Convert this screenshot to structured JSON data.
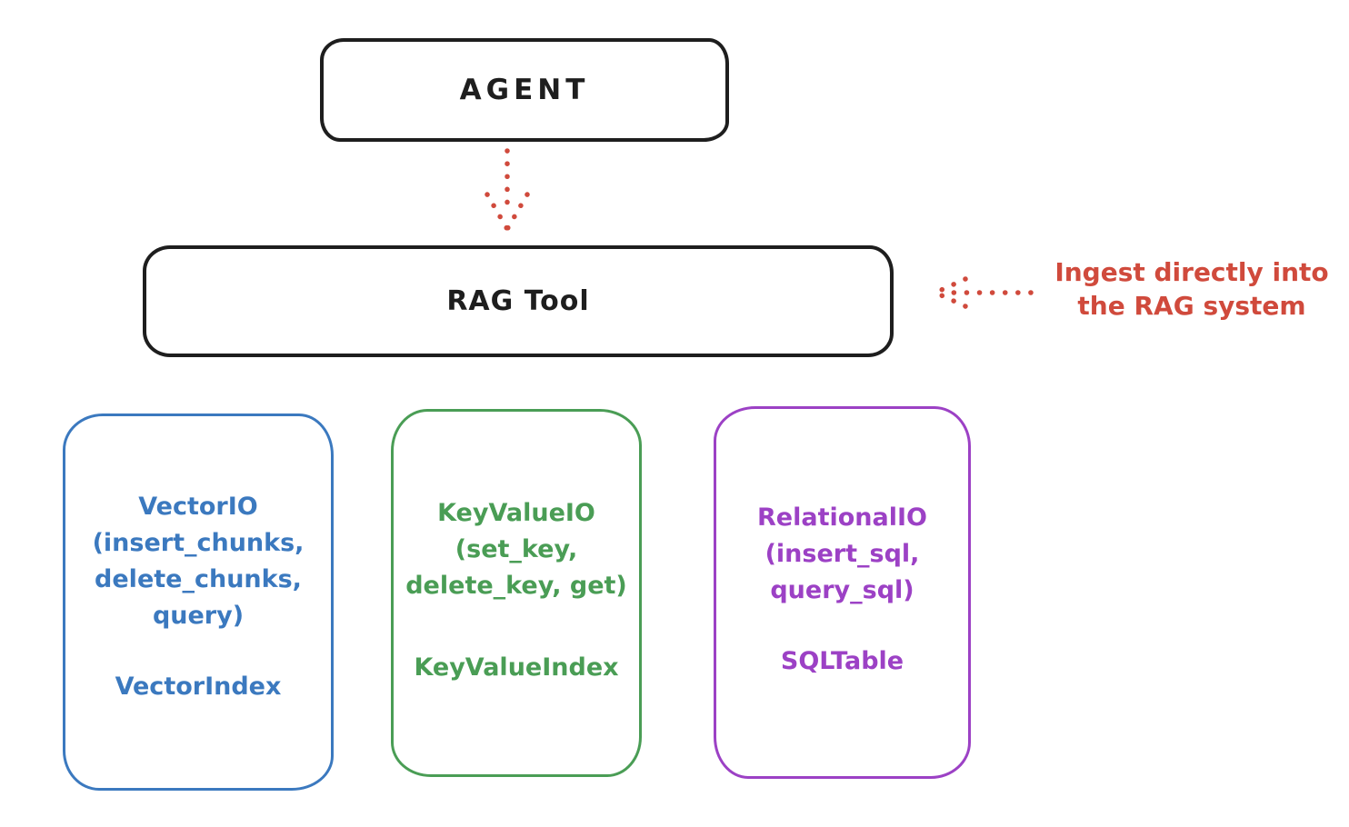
{
  "colors": {
    "ink": "#1e1e1e",
    "red": "#d04a3c",
    "blue": "#3b79bf",
    "green": "#4a9d55",
    "purple": "#9c41c5",
    "background": "#ffffff"
  },
  "nodes": {
    "agent": {
      "label": "AGENT"
    },
    "rag_tool": {
      "label": "RAG Tool"
    },
    "vector_io": {
      "body": "VectorIO\n(insert_chunks,\ndelete_chunks,\nquery)",
      "index": "VectorIndex"
    },
    "key_value_io": {
      "body": "KeyValueIO\n(set_key,\ndelete_key, get)",
      "index": "KeyValueIndex"
    },
    "relational_io": {
      "body": "RelationalIO\n(insert_sql,\nquery_sql)",
      "index": "SQLTable"
    }
  },
  "annotation": {
    "label": "Ingest directly into\nthe RAG system"
  }
}
